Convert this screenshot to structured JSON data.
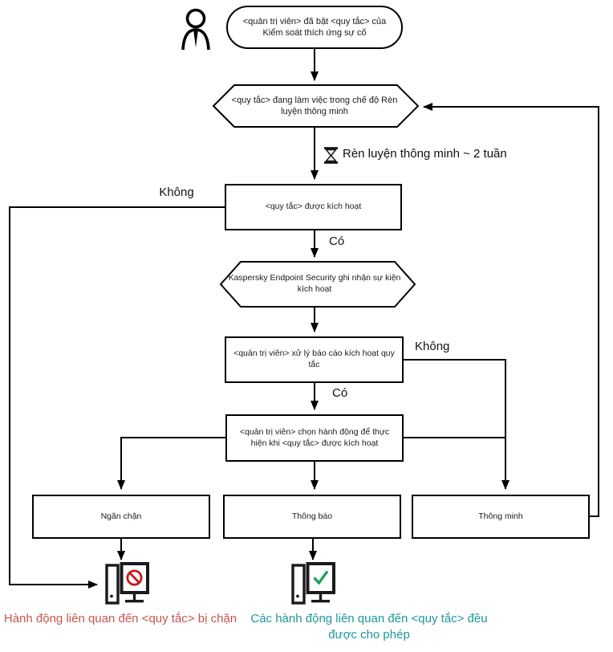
{
  "flow": {
    "start": "<quản trị viên> đã bật <quy tắc> của Kiểm soát thích ứng sự cố",
    "training_mode": "<quy tắc> đang làm việc trong chế độ Rèn luyện thông minh",
    "training_duration": "Rèn luyện thông minh ~ 2 tuần",
    "rule_triggered": "<quy tắc> được kích hoạt",
    "kes_logs": "Kaspersky Endpoint Security ghi nhận sự kiện kích hoạt",
    "admin_reviews": "<quản trị viên> xử lý báo cáo kích hoạt quy tắc",
    "admin_selects": "<quản trị viên> chọn hành động để thực hiện khi <quy tắc> được kích hoạt",
    "action_block": "Ngăn chặn",
    "action_notify": "Thông báo",
    "action_smart": "Thông minh",
    "label_no_1": "Không",
    "label_yes_1": "Có",
    "label_no_2": "Không",
    "label_yes_2": "Có",
    "caption_blocked": "Hành động liên quan đến <quy tắc> bị chặn",
    "caption_allowed": "Các hành động liên quan đến <quy tắc> đều được cho phép",
    "colors": {
      "caption_blocked": "#C7564E",
      "caption_allowed": "#1F989B",
      "prohibition": "#C61A1A",
      "checkmark": "#1FA05C",
      "line": "#000000"
    }
  }
}
